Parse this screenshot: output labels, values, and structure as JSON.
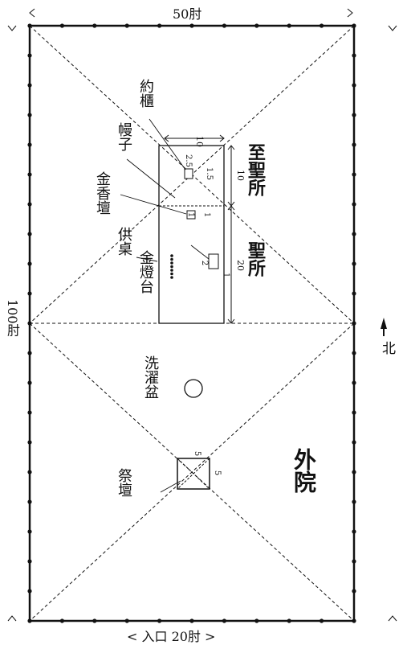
{
  "dimensions": {
    "width_label": "50肘",
    "length_label": "100肘",
    "entrance_label": "入口 20肘",
    "north_label": "北"
  },
  "areas": {
    "outer_court": "外院",
    "holy_place": "聖所",
    "holy_of_holies": "至聖所"
  },
  "items": {
    "ark": "約櫃",
    "veil": "幔子",
    "incense_altar": "金香壇",
    "table": "供桌",
    "lampstand": "金燈台",
    "laver": "洗濯盆",
    "altar": "祭壇"
  },
  "measurements": {
    "hoh_width": "10",
    "hoh_length": "10",
    "hp_length": "20",
    "ark_a": "2.5",
    "ark_b": "1.5",
    "incense_a": "1",
    "incense_b": "1",
    "table_a": "2",
    "table_b": "1",
    "altar_a": "5",
    "altar_b": "5"
  },
  "colors": {
    "ink": "#111111",
    "background": "#ffffff"
  }
}
